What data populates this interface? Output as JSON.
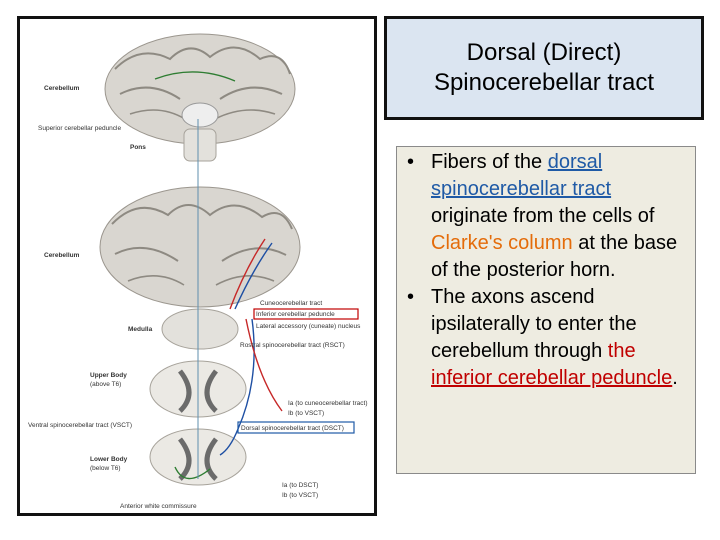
{
  "title": {
    "line1": "Dorsal (Direct)",
    "line2": "Spinocerebellar tract"
  },
  "bullets": [
    {
      "t1": "Fibers of the ",
      "t2": "dorsal spinocerebellar tract",
      "t3": " originate from the cells of ",
      "t4": "Clarke's column",
      "t5": " at the base of the posterior horn."
    },
    {
      "t1": "The axons ascend ipsilaterally to enter the cerebellum through ",
      "t2": "the ",
      "t3": "inferior cerebellar peduncle",
      "t4": "."
    }
  ],
  "figure": {
    "labels": {
      "cerebellum_top": "Cerebellum",
      "superior_peduncle": "Superior cerebellar peduncle",
      "pons": "Pons",
      "cerebellum_mid": "Cerebellum",
      "cuneocerebellar": "Cuneocerebellar tract",
      "inferior_peduncle": "Inferior cerebellar peduncle",
      "lateral_cuneate": "Lateral accessory (cuneate) nucleus",
      "medulla": "Medulla",
      "rostral_tract": "Rostral spinocerebellar tract (RSCT)",
      "upper_body": "Upper Body",
      "upper_body_sub": "(above T6)",
      "ia_cuneo": "Ia (to cuneocerebellar tract)",
      "ib_vsct": "Ib (to VSCT)",
      "ventral_tract": "Ventral spinocerebellar tract (VSCT)",
      "dorsal_tract": "Dorsal spinocerebellar tract (DSCT)",
      "lower_body": "Lower Body",
      "lower_body_sub": "(below T6)",
      "ia_dsct": "Ia (to DSCT)",
      "ib_vsct2": "Ib (to VSCT)",
      "anterior_commissure": "Anterior white commissure"
    }
  }
}
